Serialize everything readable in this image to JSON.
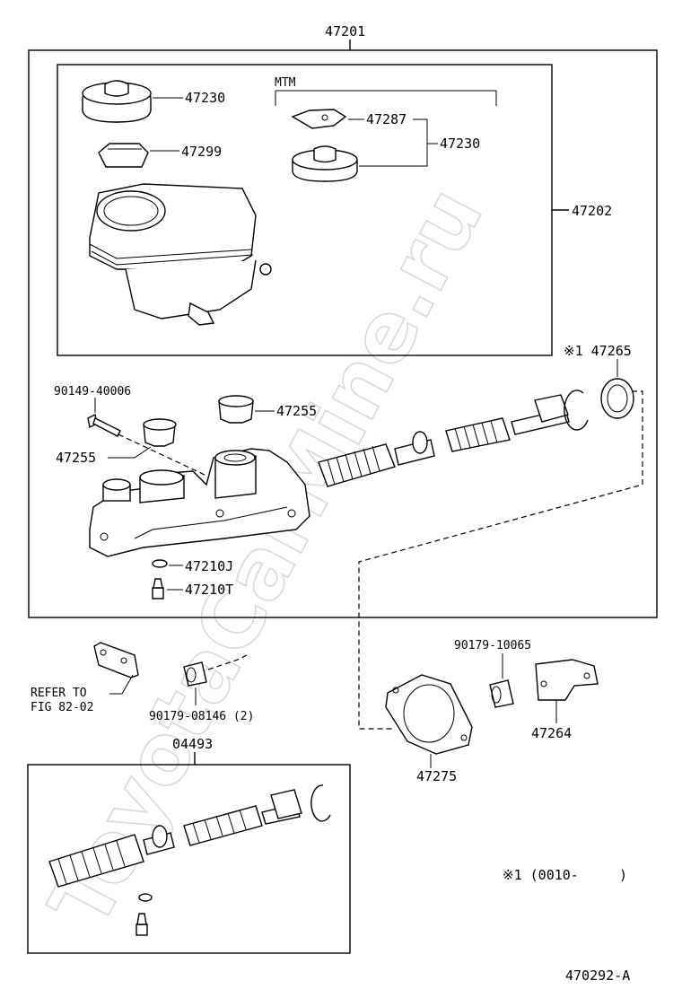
{
  "diagram": {
    "watermark": "ToyotaCarMine.ru",
    "figure_code": "470292-A",
    "note": "※1 (0010-     )",
    "labels": {
      "assembly": "47201",
      "reservoir_assy": "47202",
      "cap_47230": "47230",
      "strainer": "47299",
      "mtm": "MTM",
      "plate": "47287",
      "cap_mtm": "47230",
      "marked_47265": "※1 47265",
      "bolt": "90149-40006",
      "grommet_a": "47255",
      "grommet_b": "47255",
      "gasket_j": "47210J",
      "bleeder": "47210T",
      "nut": "90179-10065",
      "refer": "REFER TO",
      "refer_fig": "FIG 82-02",
      "nut2": "90179-08146 (2)",
      "bracket": "47264",
      "gasket": "47275",
      "kit": "04493"
    }
  }
}
